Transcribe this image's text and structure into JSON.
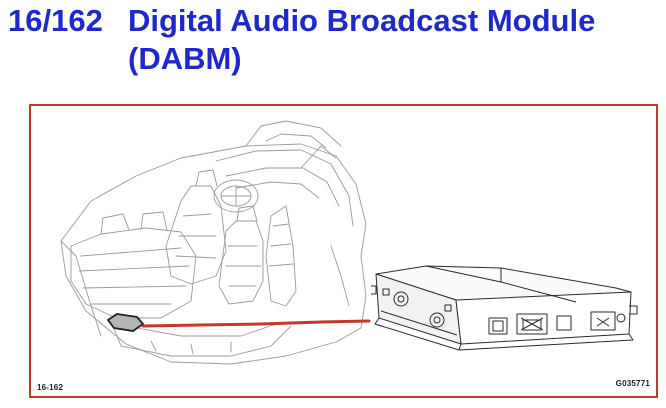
{
  "header": {
    "figure_number": "16/162",
    "title_line1": "Digital Audio Broadcast Module",
    "title_line2": "(DABM)",
    "color": "#1f28c8"
  },
  "figure": {
    "frame_color": "#c0392b",
    "leader_color": "#c0392b",
    "ref_code_left": "16-162",
    "ref_code_right": "G035771",
    "parts": [
      "vehicle-interior-cutaway",
      "module-location-marker",
      "leader-line",
      "dab-module-unit"
    ]
  }
}
